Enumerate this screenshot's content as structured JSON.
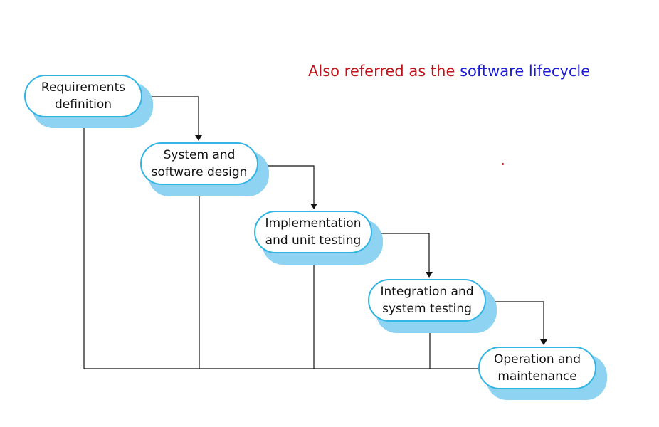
{
  "caption": {
    "prefix": "Also referred as the ",
    "highlight": "software lifecycle",
    "prefix_color": "#c0141c",
    "highlight_color": "#1d1ad6"
  },
  "stages": [
    {
      "line1": "Requirements",
      "line2": "definition"
    },
    {
      "line1": "System and",
      "line2": "software design"
    },
    {
      "line1": "Implementation",
      "line2": "and unit testing"
    },
    {
      "line1": "Integration and",
      "line2": "system testing"
    },
    {
      "line1": "Operation and",
      "line2": "maintenance"
    }
  ],
  "colors": {
    "stage_border": "#32b4e4",
    "stage_shadow": "#8fd3f2",
    "arrow": "#111111"
  }
}
